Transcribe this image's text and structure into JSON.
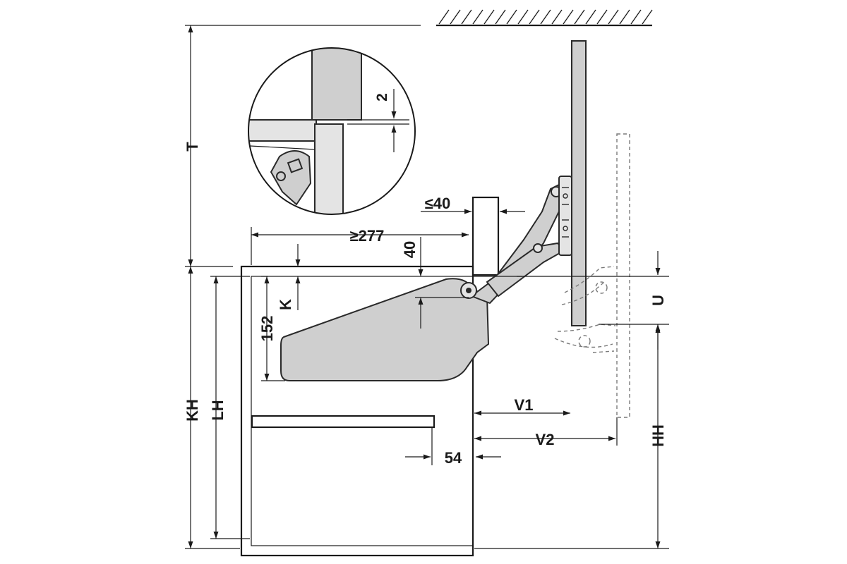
{
  "dimensions": {
    "T": "T",
    "KH": "KH",
    "LH": "LH",
    "HH": "HH",
    "U": "U",
    "K": "K",
    "V1": "V1",
    "V2": "V2",
    "d152": "152",
    "d54": "54",
    "d40": "40",
    "d277": "≥277",
    "dle40": "≤40",
    "d2": "2"
  }
}
